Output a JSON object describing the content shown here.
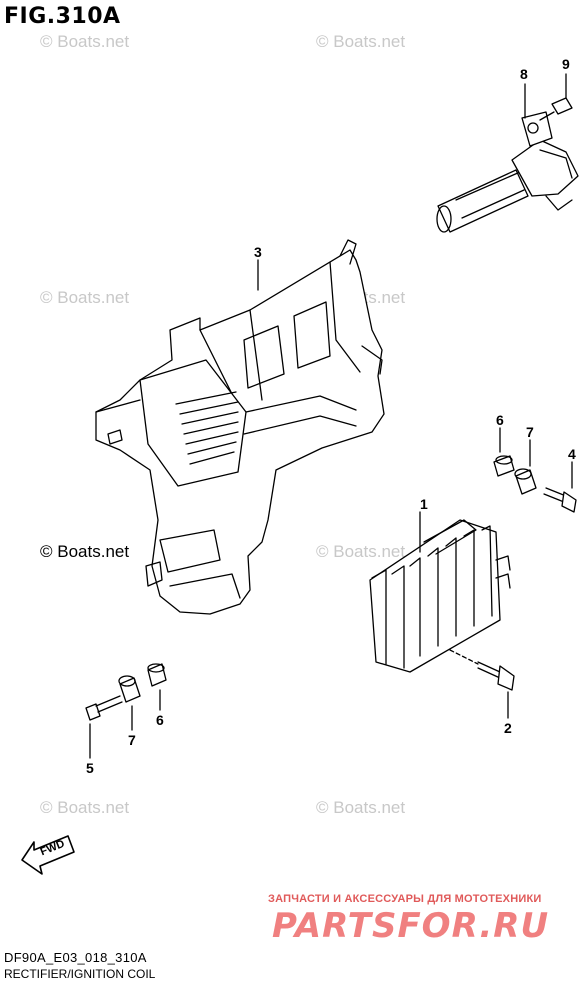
{
  "figure_title": "FIG.310A",
  "watermark_text": "© Boats.net",
  "callouts": {
    "c1": "1",
    "c2": "2",
    "c3": "3",
    "c4": "4",
    "c5": "5",
    "c6a": "6",
    "c6b": "6",
    "c7a": "7",
    "c7b": "7",
    "c8": "8",
    "c9": "9"
  },
  "direction_label": "FWD",
  "model_code": "DF90A_E03_018_310A",
  "diagram_caption": "RECTIFIER/IGNITION COIL",
  "vendor_tagline": "ЗАПЧАСТИ И АКСЕССУАРЫ ДЛЯ МОТОТЕХНИКИ",
  "vendor_logo": "PARTSFOR.RU"
}
